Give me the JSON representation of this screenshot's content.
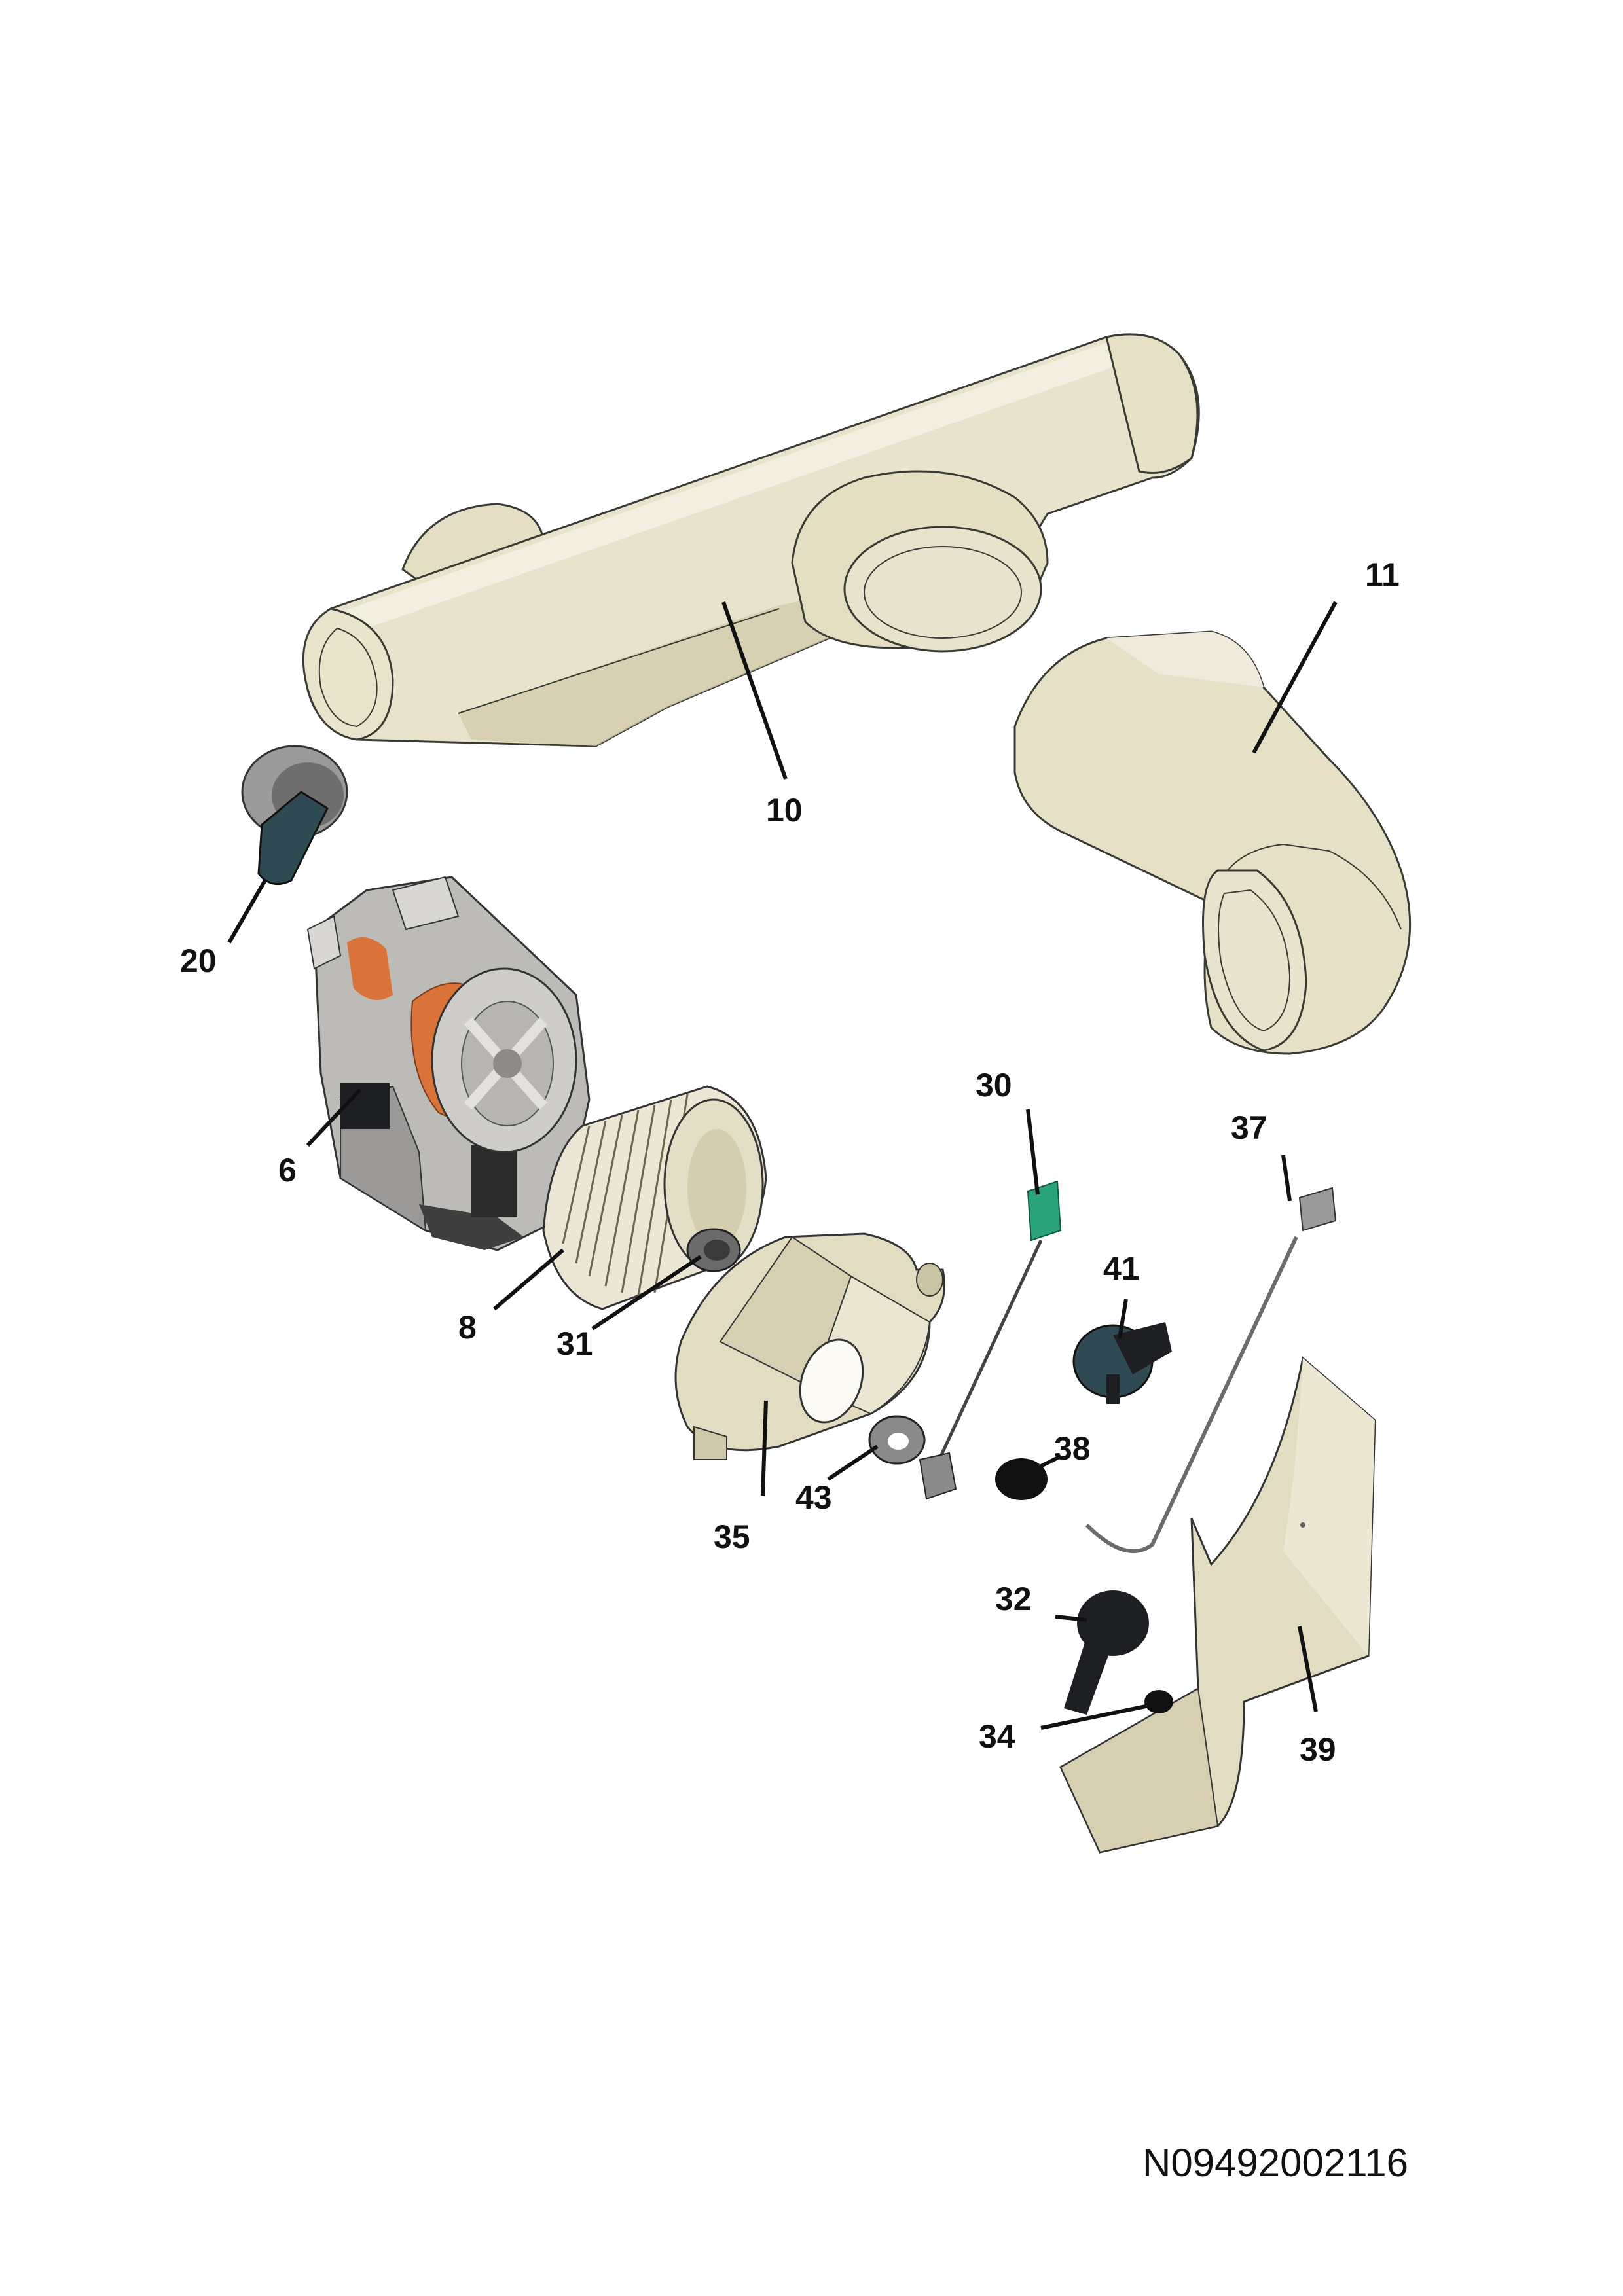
{
  "document_code": "N09492002116",
  "colors": {
    "plastic": "#e8e3cc",
    "plastic_shade": "#d6cfb2",
    "plastic_dark": "#c3bb9a",
    "motor_grey": "#b9b7b5",
    "motor_dark": "#4a4a4a",
    "copper": "#d9733a",
    "dark_part": "#1d1f22",
    "teal_part": "#2f4a52",
    "pcb_green": "#2aa37a"
  },
  "parts": [
    {
      "id": "part-6",
      "label": "6",
      "icon": "motor-icon"
    },
    {
      "id": "part-8",
      "label": "8",
      "icon": "impeller-icon"
    },
    {
      "id": "part-10",
      "label": "10",
      "icon": "air-duct-icon"
    },
    {
      "id": "part-11",
      "label": "11",
      "icon": "elbow-duct-icon"
    },
    {
      "id": "part-20",
      "label": "20",
      "icon": "capacitor-icon"
    },
    {
      "id": "part-30",
      "label": "30",
      "icon": "sensor-icon"
    },
    {
      "id": "part-31",
      "label": "31",
      "icon": "nut-icon"
    },
    {
      "id": "part-32",
      "label": "32",
      "icon": "knob-icon"
    },
    {
      "id": "part-34",
      "label": "34",
      "icon": "clip-icon"
    },
    {
      "id": "part-35",
      "label": "35",
      "icon": "fan-housing-icon"
    },
    {
      "id": "part-37",
      "label": "37",
      "icon": "thermostat-probe-icon"
    },
    {
      "id": "part-38",
      "label": "38",
      "icon": "grommet-icon"
    },
    {
      "id": "part-39",
      "label": "39",
      "icon": "cover-panel-icon"
    },
    {
      "id": "part-41",
      "label": "41",
      "icon": "thermostat-icon"
    },
    {
      "id": "part-43",
      "label": "43",
      "icon": "washer-icon"
    }
  ]
}
